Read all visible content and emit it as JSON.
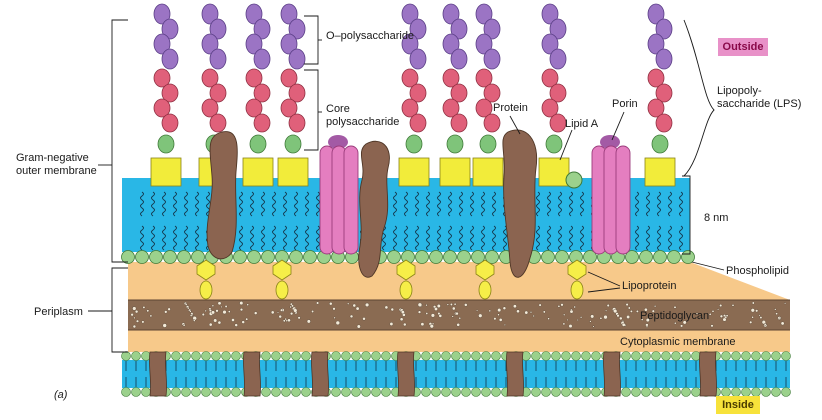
{
  "labels": {
    "gram_negative": "Gram-negative\nouter membrane",
    "periplasm": "Periplasm",
    "o_polysaccharide": "O–polysaccharide",
    "core_polysaccharide": "Core\npolysaccharide",
    "protein": "Protein",
    "lipid_a": "Lipid A",
    "porin": "Porin",
    "outside": "Outside",
    "lps": "Lipopoly-\nsaccharide (LPS)",
    "thickness": "8 nm",
    "phospholipid": "Phospholipid",
    "lipoprotein": "Lipoprotein",
    "peptidoglycan": "Peptidoglycan",
    "cytoplasmic_membrane": "Cytoplasmic membrane",
    "inside": "Inside",
    "panel": "(a)"
  },
  "colors": {
    "o_polysaccharide": "#9b74c4",
    "core_red": "#e0607a",
    "core_green": "#7fc47a",
    "lipid_a_box": "#f2ec3a",
    "membrane_blue": "#29b7e6",
    "head_green": "#9bd18c",
    "protein_brown": "#8b6450",
    "porin_pink": "#e47ec0",
    "periplasm": "#f7c98a",
    "peptidoglycan": "#8a6b52",
    "lipoprotein_yellow": "#f6ee48"
  }
}
